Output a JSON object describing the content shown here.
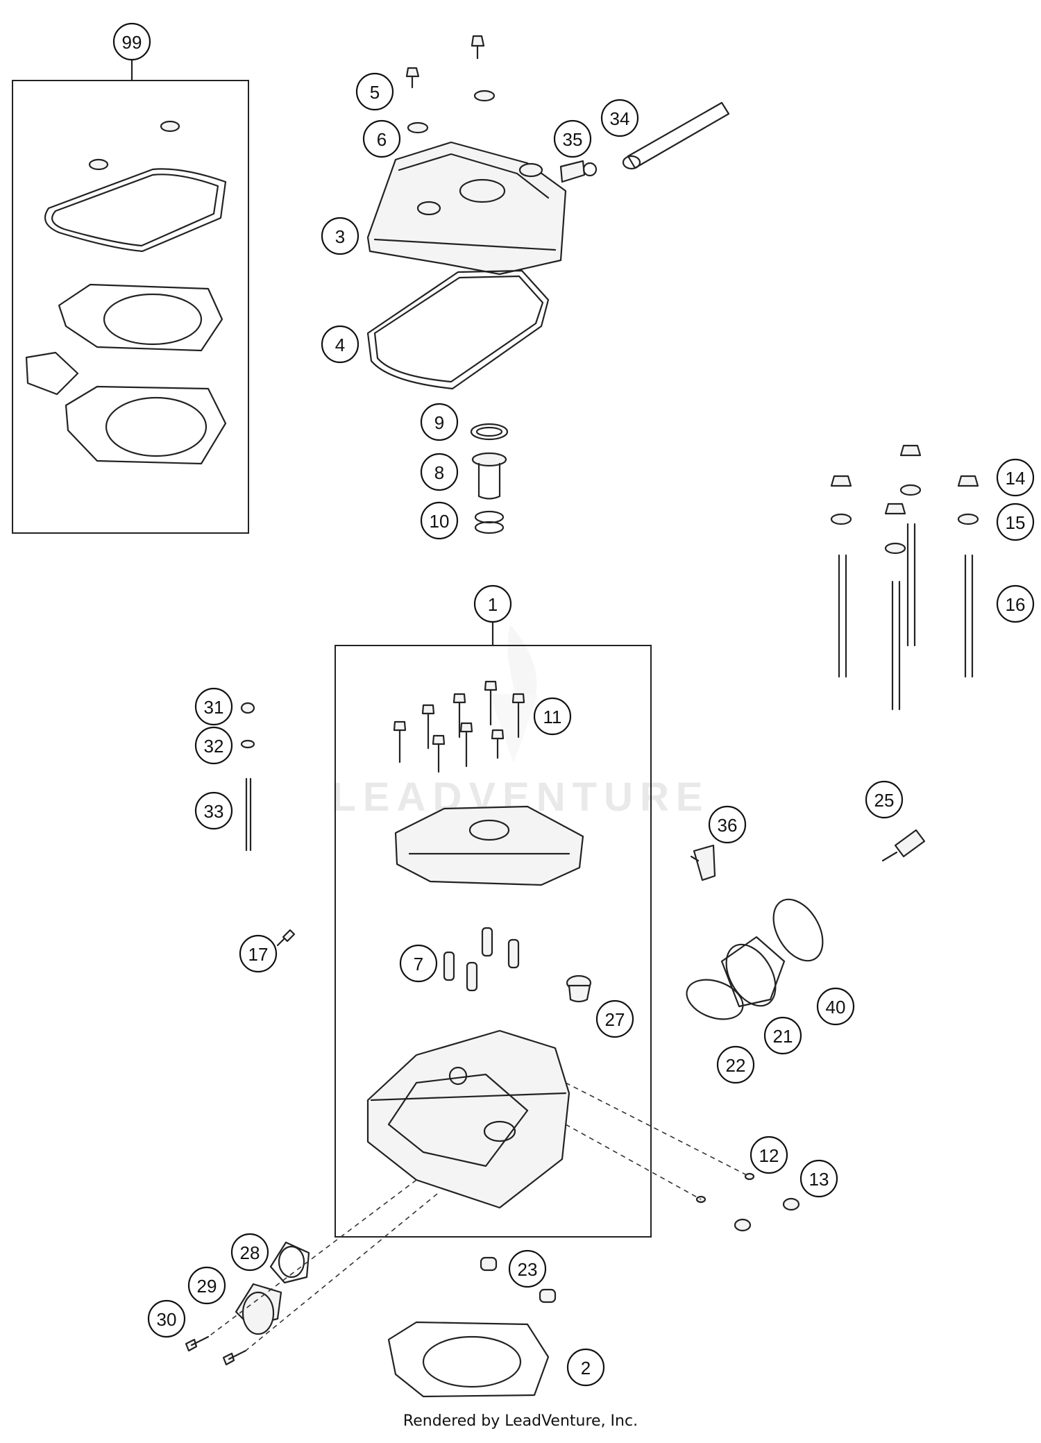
{
  "diagram": {
    "watermark": "LEADVENTURE",
    "footer": "Rendered by LeadVenture, Inc.",
    "callouts": [
      "99",
      "5",
      "6",
      "3",
      "4",
      "35",
      "34",
      "9",
      "8",
      "10",
      "14",
      "15",
      "16",
      "1",
      "11",
      "31",
      "32",
      "33",
      "25",
      "36",
      "17",
      "7",
      "27",
      "40",
      "21",
      "22",
      "12",
      "13",
      "28",
      "29",
      "30",
      "23",
      "2"
    ]
  }
}
